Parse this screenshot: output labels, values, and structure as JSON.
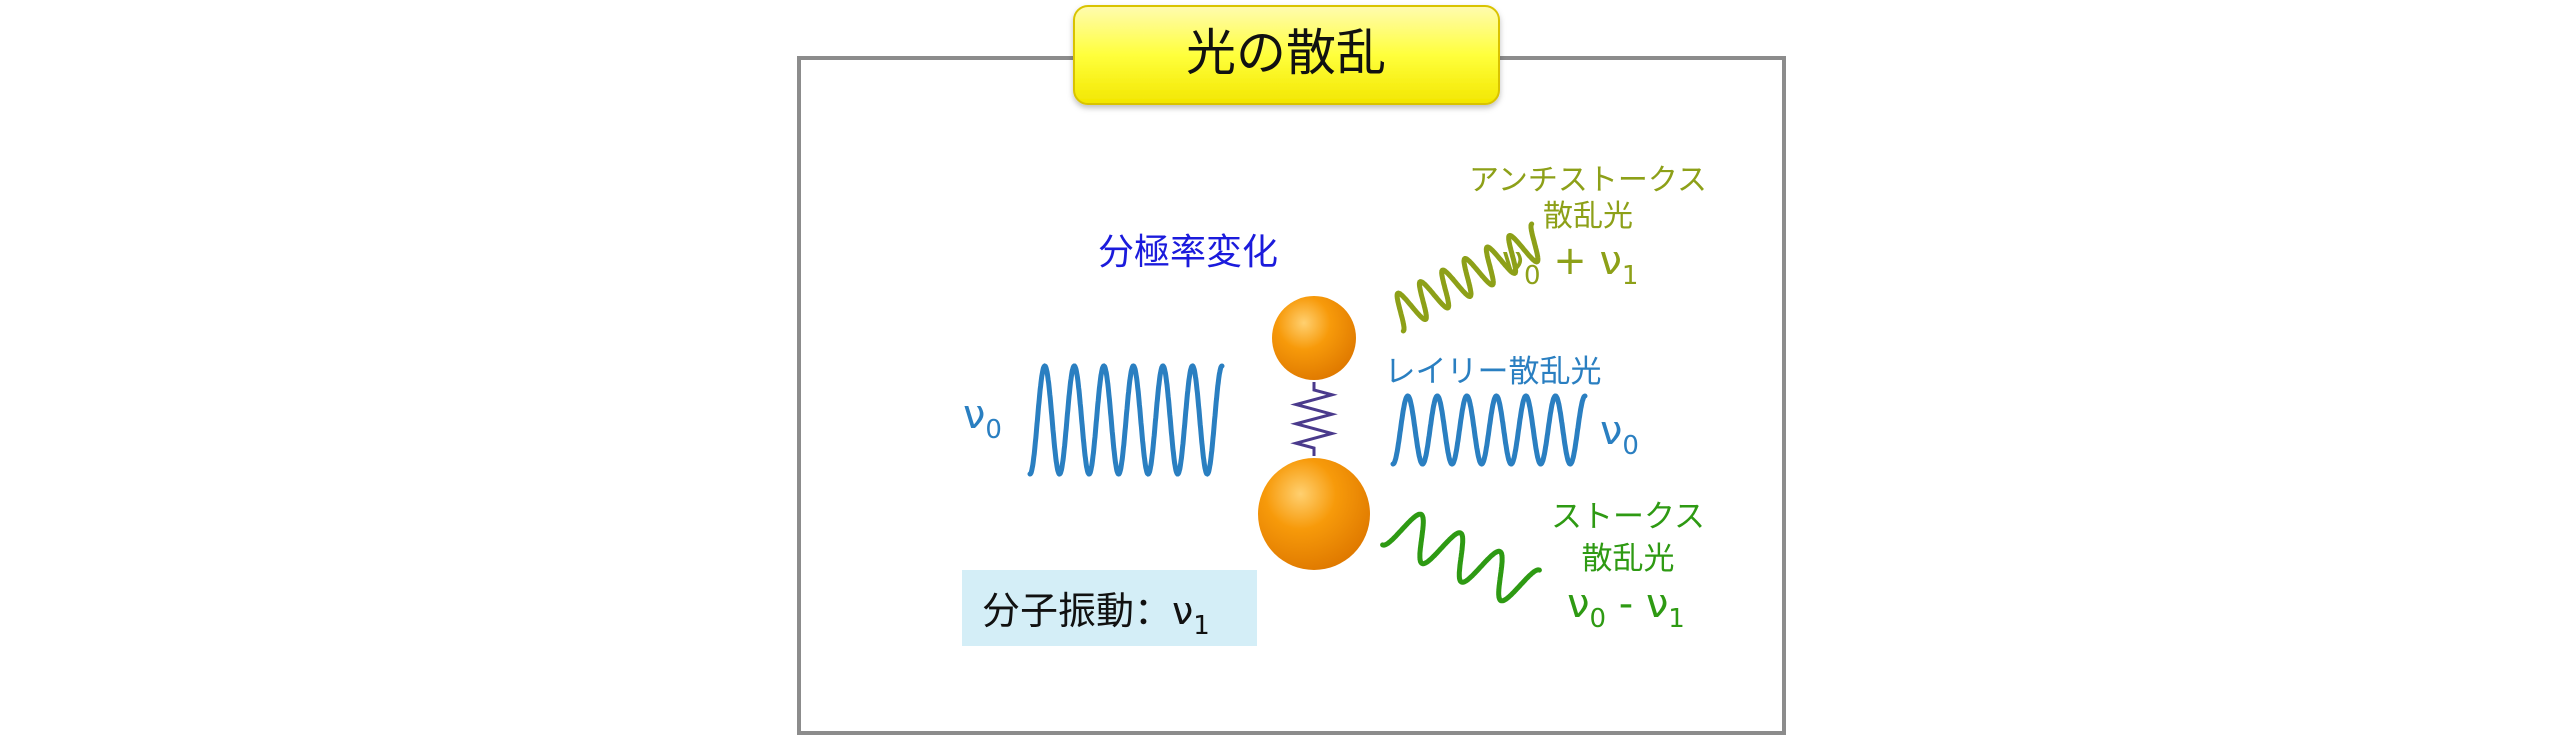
{
  "title": "光の散乱",
  "polarizability_label": "分極率変化",
  "incident": {
    "nu": "ν",
    "sub": "0"
  },
  "anti_stokes": {
    "line1": "アンチストークス",
    "line2": "散乱光",
    "nu_a": "ν",
    "sub_a": "0",
    "op": " + ",
    "nu_b": "ν",
    "sub_b": "1"
  },
  "rayleigh": {
    "label": "レイリー散乱光",
    "nu": "ν",
    "sub": "0"
  },
  "stokes": {
    "line1": "ストークス",
    "line2": "散乱光",
    "nu_a": "ν",
    "sub_a": "0",
    "op": " - ",
    "nu_b": "ν",
    "sub_b": "1"
  },
  "vibration": {
    "label": "分子振動：",
    "nu": "ν",
    "sub": "1"
  },
  "colors": {
    "title_fill": "#ffff3c",
    "title_border": "#d9c300",
    "frame": "#8c8c8c",
    "blue_wave": "#2a7fc1",
    "blue_text": "#1b1bdc",
    "olive": "#8da018",
    "green": "#2e9a13",
    "sphere": "#f79a0a",
    "spring": "#4a3a8c",
    "vib_box": "#d4eef7"
  }
}
